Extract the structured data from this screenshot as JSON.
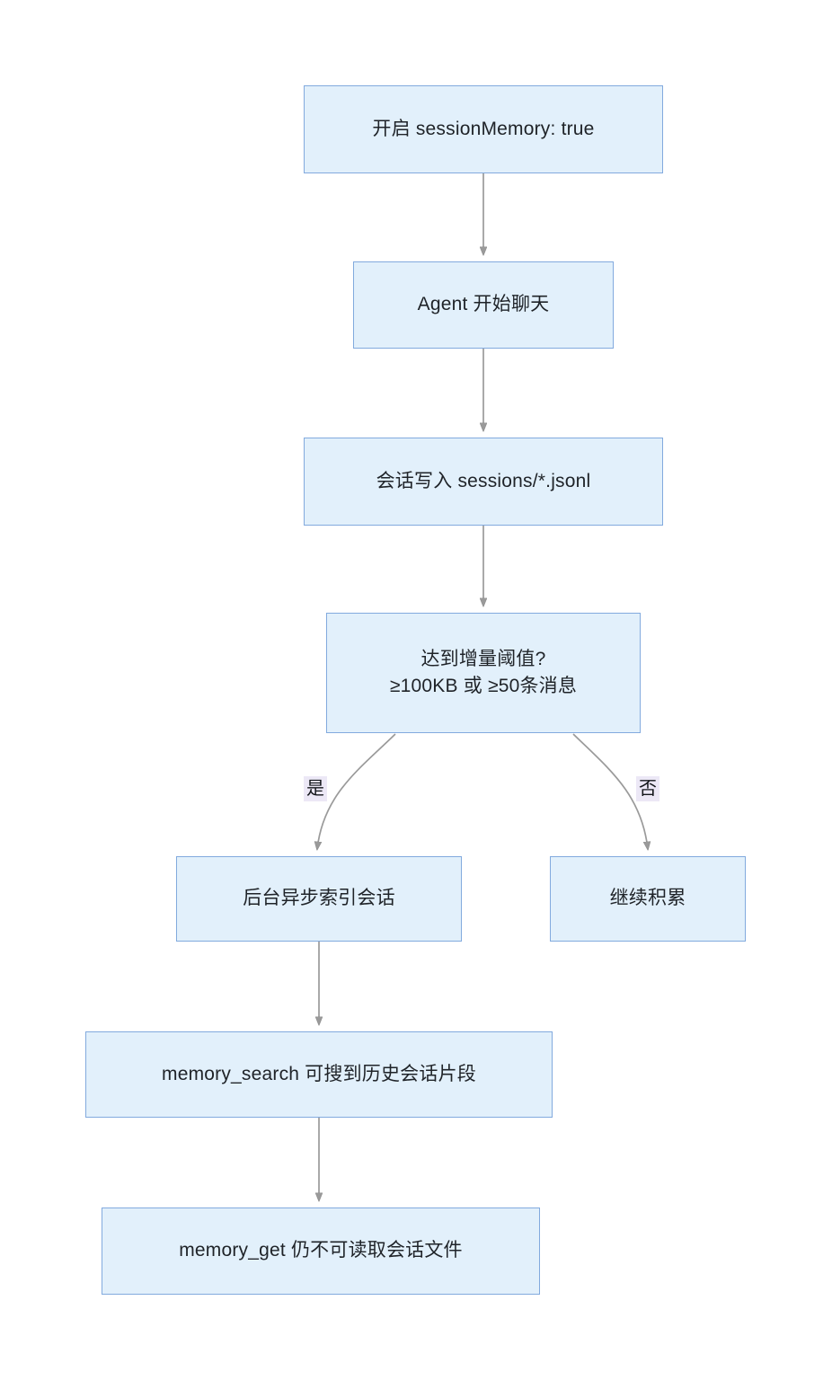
{
  "diagram": {
    "type": "flowchart",
    "direction": "top-down",
    "theme": {
      "node_fill": "#e2f0fb",
      "node_border": "#82aade",
      "node_text": "#1f2328",
      "edge_stroke": "#999999",
      "label_background": "#ece8f6",
      "canvas_background": "#ffffff"
    },
    "nodes": [
      {
        "id": "enable-session-memory",
        "label": "开启 sessionMemory: true",
        "shape": "rect"
      },
      {
        "id": "agent-start-chat",
        "label": "Agent 开始聊天",
        "shape": "rect"
      },
      {
        "id": "write-sessions",
        "label": "会话写入 sessions/*.jsonl",
        "shape": "rect"
      },
      {
        "id": "threshold-decision",
        "label": "达到增量阈值?\n≥100KB 或 ≥50条消息",
        "shape": "rect"
      },
      {
        "id": "background-index",
        "label": "后台异步索引会话",
        "shape": "rect"
      },
      {
        "id": "keep-accumulating",
        "label": "继续积累",
        "shape": "rect"
      },
      {
        "id": "memory-search",
        "label": "memory_search 可搜到历史会话片段",
        "shape": "rect"
      },
      {
        "id": "memory-get",
        "label": "memory_get 仍不可读取会话文件",
        "shape": "rect"
      }
    ],
    "edges": [
      {
        "from": "enable-session-memory",
        "to": "agent-start-chat",
        "label": ""
      },
      {
        "from": "agent-start-chat",
        "to": "write-sessions",
        "label": ""
      },
      {
        "from": "write-sessions",
        "to": "threshold-decision",
        "label": ""
      },
      {
        "from": "threshold-decision",
        "to": "background-index",
        "label": "是"
      },
      {
        "from": "threshold-decision",
        "to": "keep-accumulating",
        "label": "否"
      },
      {
        "from": "background-index",
        "to": "memory-search",
        "label": ""
      },
      {
        "from": "memory-search",
        "to": "memory-get",
        "label": ""
      }
    ],
    "edge_labels": {
      "yes": "是",
      "no": "否"
    }
  }
}
